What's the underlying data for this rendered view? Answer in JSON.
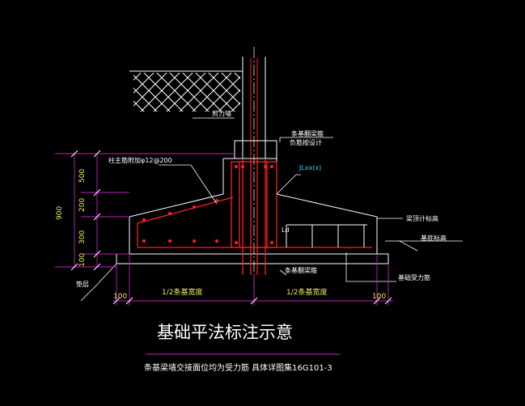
{
  "title": "基础平法标注示意",
  "subtitle": "条基梁墙交接面位均为受力筋 具体详图集16G101-3",
  "labels": {
    "top_beam": "条基翻梁箍",
    "top_beam_2": "负筋按设计",
    "wall": "剪力墙",
    "beam_code": "JLxx(x)",
    "anchor": "柱主筋附加φ12@200",
    "ld": "Ld",
    "top_rebar": "梁顶计标高",
    "base_elev": "基底标高",
    "bottom_beam": "条基翻梁箍",
    "bottom_rebar": "基础受力筋",
    "cushion": "垫层",
    "half_left": "1/2条基宽度",
    "half_right": "1/2条基宽度"
  },
  "dimensions": {
    "total": "900",
    "d500": "500",
    "d200": "200",
    "d300": "300",
    "d100": "100",
    "left_100": "100",
    "right_100": "100"
  },
  "colors": {
    "background": "#000000",
    "outline": "#ffffff",
    "rebar": "#ff2020",
    "dimension": "#e8e860",
    "leader": "#c020c0",
    "cyan": "#00e5ff"
  }
}
